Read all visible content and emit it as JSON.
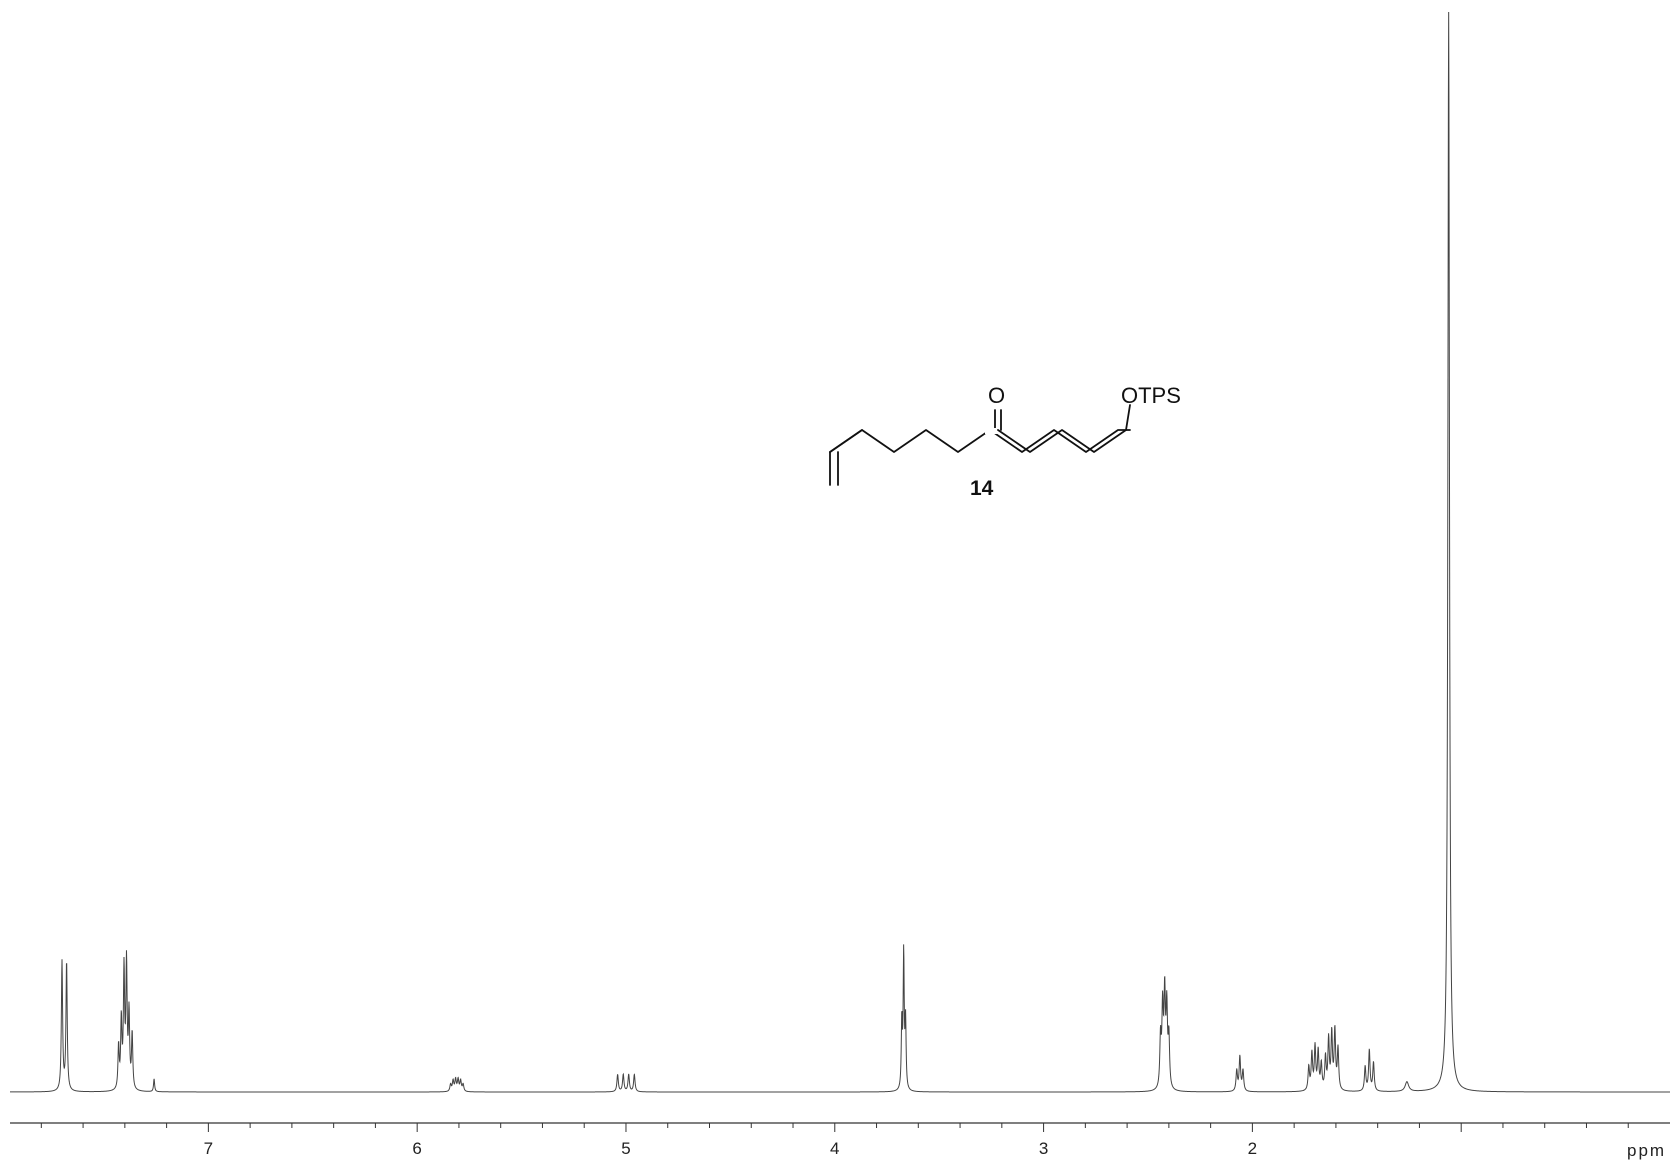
{
  "chart_data": {
    "type": "line",
    "xlabel": "ppm",
    "xlim": [
      7.95,
      0.0
    ],
    "ylim": [
      0,
      100
    ],
    "x_ticks_major": [
      7,
      6,
      5,
      4,
      3,
      2
    ],
    "x_tick_labels": [
      "7",
      "6",
      "5",
      "4",
      "3",
      "2"
    ],
    "x_tick_minor_step": 0.2,
    "peaks": [
      {
        "shift": 7.69,
        "height": 12.0,
        "lines": [
          -0.011,
          0.011
        ],
        "width": 0.0035
      },
      {
        "shift": 7.4,
        "height": 11.5,
        "lines": [
          -0.035,
          -0.02,
          -0.008,
          0.004,
          0.017,
          0.03
        ],
        "rel": [
          0.45,
          0.6,
          1.0,
          0.95,
          0.55,
          0.35
        ],
        "width": 0.0035
      },
      {
        "shift": 7.26,
        "height": 1.2,
        "lines": [
          0
        ],
        "width": 0.003
      },
      {
        "shift": 5.81,
        "height": 1.1,
        "lines": [
          -0.03,
          -0.018,
          -0.006,
          0.006,
          0.018,
          0.03
        ],
        "rel": [
          0.6,
          0.9,
          1.0,
          1.0,
          0.9,
          0.6
        ],
        "width": 0.004
      },
      {
        "shift": 5.0,
        "height": 1.6,
        "lines": [
          -0.04,
          -0.013,
          0.013,
          0.04
        ],
        "rel": [
          1,
          1,
          1,
          1
        ],
        "width": 0.004
      },
      {
        "shift": 3.67,
        "height": 12.5,
        "lines": [
          -0.009,
          0.0,
          0.009
        ],
        "rel": [
          0.5,
          1.0,
          0.5
        ],
        "width": 0.003
      },
      {
        "shift": 2.42,
        "height": 8.5,
        "lines": [
          -0.02,
          -0.01,
          0.0,
          0.01,
          0.02
        ],
        "rel": [
          0.55,
          0.85,
          1.0,
          0.85,
          0.55
        ],
        "width": 0.004
      },
      {
        "shift": 2.06,
        "height": 3.2,
        "lines": [
          -0.015,
          0.0,
          0.015
        ],
        "rel": [
          0.6,
          1.0,
          0.6
        ],
        "width": 0.004
      },
      {
        "shift": 1.7,
        "height": 4.0,
        "lines": [
          -0.03,
          -0.015,
          0.0,
          0.015,
          0.03
        ],
        "rel": [
          0.6,
          0.9,
          1.0,
          0.85,
          0.55
        ],
        "width": 0.004
      },
      {
        "shift": 1.62,
        "height": 5.5,
        "lines": [
          -0.03,
          -0.015,
          0.0,
          0.015,
          0.03
        ],
        "rel": [
          0.7,
          1.0,
          0.95,
          0.85,
          0.55
        ],
        "width": 0.004
      },
      {
        "shift": 1.44,
        "height": 3.8,
        "lines": [
          -0.02,
          0.0,
          0.02
        ],
        "rel": [
          0.7,
          1.0,
          0.6
        ],
        "width": 0.004
      },
      {
        "shift": 1.26,
        "height": 0.9,
        "lines": [
          0
        ],
        "width": 0.01
      },
      {
        "shift": 1.06,
        "height": 100,
        "lines": [
          0
        ],
        "width": 0.0045
      }
    ],
    "grid": false,
    "legend": "none"
  },
  "structure": {
    "carbonyl_label": "O",
    "ether_label": "OTPS",
    "compound_number": "14"
  }
}
